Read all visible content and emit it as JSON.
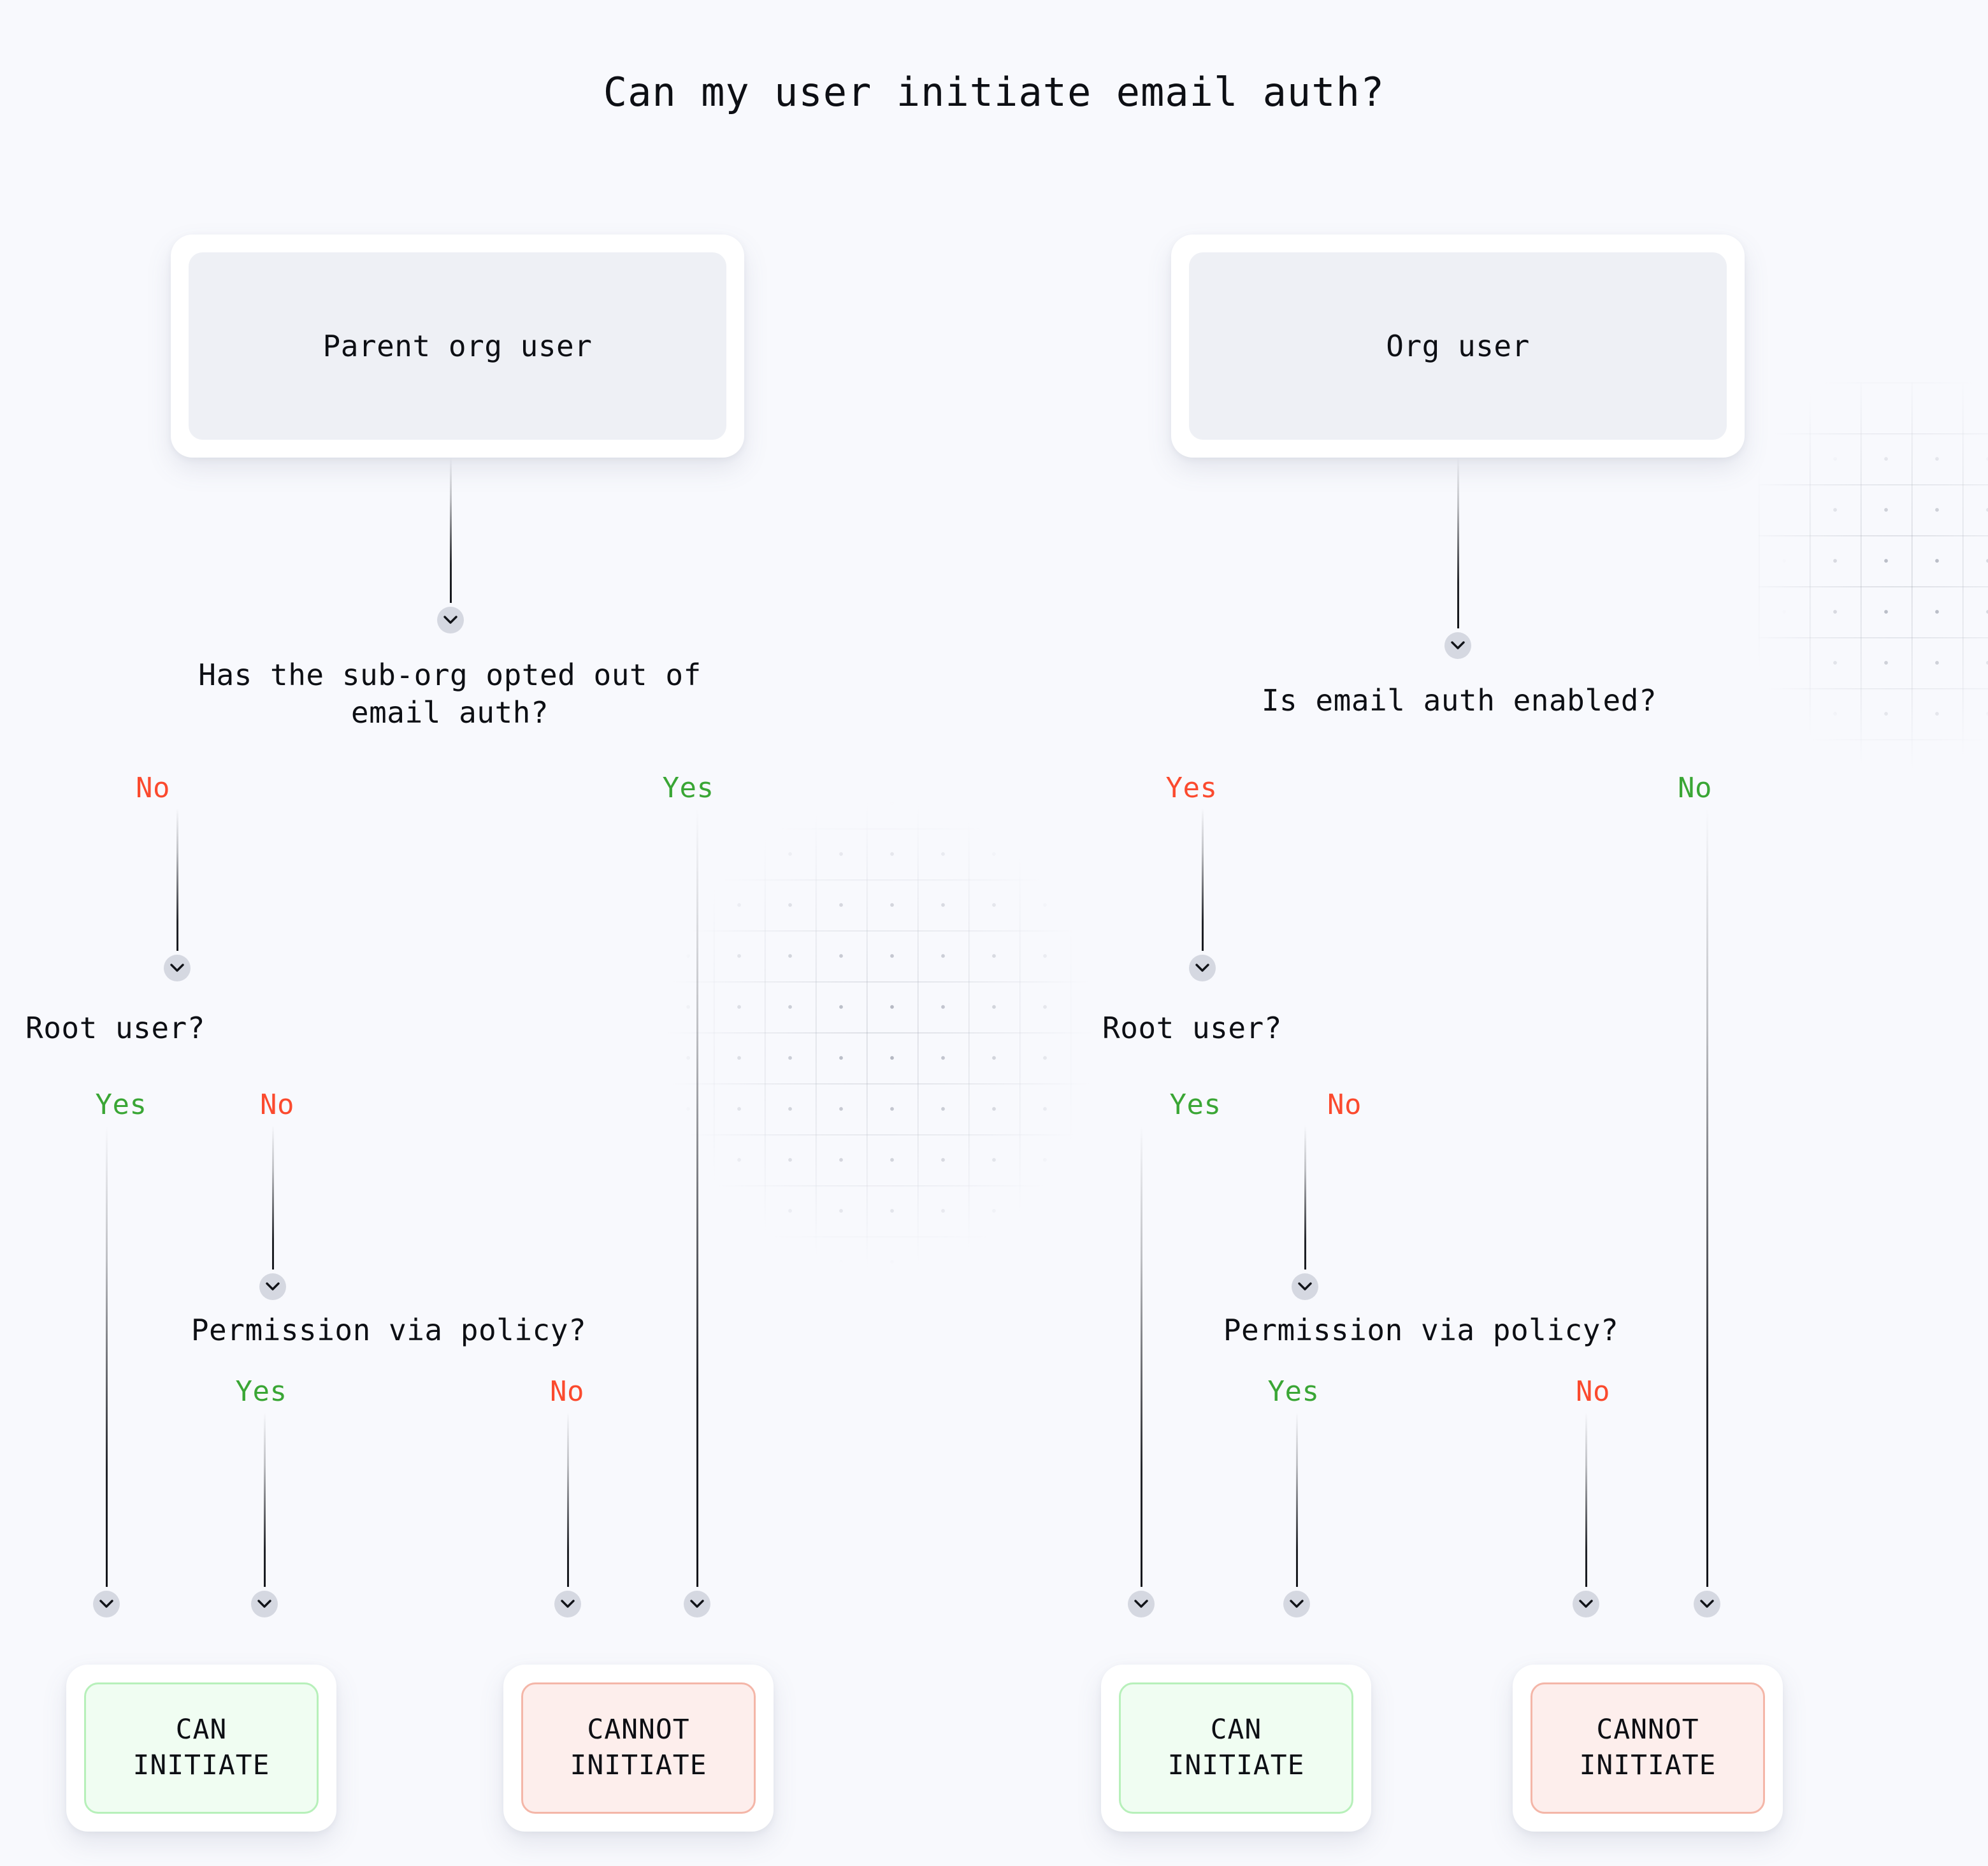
{
  "title": "Can my user initiate email auth?",
  "colors": {
    "background": "#f8f9fd",
    "card": "#ffffff",
    "card_inner_neutral": "#eef0f5",
    "positive_bg": "#f0fdf2",
    "positive_border": "#b7f0ba",
    "negative_bg": "#fdeeec",
    "negative_border": "#f4b6a8",
    "yes_green": "#3aa635",
    "no_red": "#fb4a2e",
    "edge": "#111318",
    "chevron_circle": "#d5d8e1",
    "text": "#0d0f14"
  },
  "icons": {
    "chevron_down": "chevron-down-icon"
  },
  "branches": {
    "left": {
      "root_node": "Parent org user",
      "q1": {
        "text": "Has the sub-org opted out of\nemail auth?",
        "answers": [
          {
            "label": "No",
            "tone": "red"
          },
          {
            "label": "Yes",
            "tone": "green"
          }
        ]
      },
      "q2": {
        "text": "Root user?",
        "answers": [
          {
            "label": "Yes",
            "tone": "green"
          },
          {
            "label": "No",
            "tone": "red"
          }
        ]
      },
      "q3": {
        "text": "Permission via policy?",
        "answers": [
          {
            "label": "Yes",
            "tone": "green"
          },
          {
            "label": "No",
            "tone": "red"
          }
        ]
      },
      "results": [
        {
          "label": "CAN\nINITIATE",
          "tone": "positive"
        },
        {
          "label": "CANNOT\nINITIATE",
          "tone": "negative"
        }
      ]
    },
    "right": {
      "root_node": "Org user",
      "q1": {
        "text": "Is email auth enabled?",
        "answers": [
          {
            "label": "Yes",
            "tone": "red"
          },
          {
            "label": "No",
            "tone": "green"
          }
        ]
      },
      "q2": {
        "text": "Root user?",
        "answers": [
          {
            "label": "Yes",
            "tone": "green"
          },
          {
            "label": "No",
            "tone": "red"
          }
        ]
      },
      "q3": {
        "text": "Permission via policy?",
        "answers": [
          {
            "label": "Yes",
            "tone": "green"
          },
          {
            "label": "No",
            "tone": "red"
          }
        ]
      },
      "results": [
        {
          "label": "CAN\nINITIATE",
          "tone": "positive"
        },
        {
          "label": "CANNOT\nINITIATE",
          "tone": "negative"
        }
      ]
    }
  }
}
